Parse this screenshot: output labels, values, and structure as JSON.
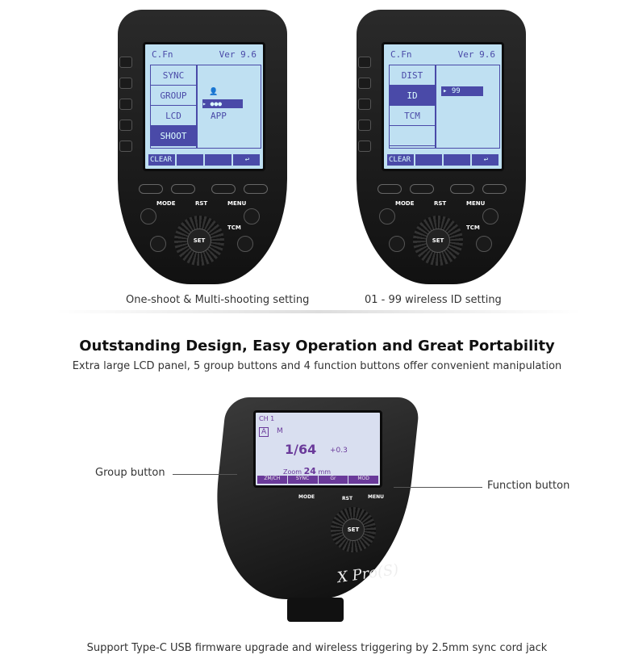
{
  "devices": [
    {
      "header_left": "C.Fn",
      "header_right": "Ver 9.6",
      "menu": [
        "SYNC",
        "GROUP",
        "LCD",
        "SHOOT"
      ],
      "selected": "SHOOT",
      "panel": [
        "single-person-icon",
        "group-icon",
        "APP"
      ],
      "fbar": [
        "CLEAR",
        "",
        "",
        "return-icon"
      ],
      "caption": "One-shoot & Multi-shooting setting"
    },
    {
      "header_left": "C.Fn",
      "header_right": "Ver 9.6",
      "menu": [
        "DIST",
        "ID",
        "TCM"
      ],
      "selected": "ID",
      "panel_value": "99",
      "fbar": [
        "CLEAR",
        "",
        "",
        "return-icon"
      ],
      "caption": "01 - 99 wireless ID setting"
    }
  ],
  "device_labels": {
    "mode": "MODE",
    "rst": "RST",
    "menu": "MENU",
    "tcm": "TCM",
    "set": "SET"
  },
  "title": "Outstanding Design, Easy Operation and Great Portability",
  "subtitle": "Extra large LCD panel, 5 group buttons and 4 function buttons offer convenient manipulation",
  "hero": {
    "ch": "CH 1",
    "group": "A",
    "mode": "M",
    "power": "1/64",
    "comp": "+0.3",
    "zoom_label": "Zoom",
    "zoom_value": "24",
    "zoom_unit": "mm",
    "fbar": [
      "ZM/CH",
      "SYNC",
      "Gr",
      "MOD"
    ],
    "brand": "X Pro(S)"
  },
  "callouts": {
    "group": "Group button",
    "function": "Function button"
  },
  "footer": "Support Type-C USB firmware upgrade and wireless triggering by 2.5mm sync cord jack",
  "colors": {
    "lcd_bg": "#bfe0f2",
    "lcd_ink": "#4a4aa8"
  }
}
